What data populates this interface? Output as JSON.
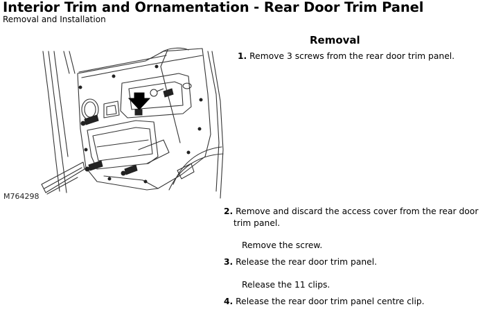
{
  "document": {
    "title": "Interior Trim and Ornamentation - Rear Door Trim Panel",
    "subtitle": "Removal and Installation",
    "section_heading": "Removal",
    "figure_code": "M764298",
    "steps": [
      {
        "number": "1.",
        "text": "Remove 3 screws from the rear door trim panel."
      },
      {
        "number": "2.",
        "text": "Remove and discard the access cover from the rear door",
        "text_cont": "trim panel.",
        "substep": "Remove the screw."
      },
      {
        "number": "3.",
        "text": "Release the rear door trim panel.",
        "substep": "Release the 11 clips."
      },
      {
        "number": "4.",
        "text": "Release the rear door trim panel centre clip."
      }
    ]
  }
}
